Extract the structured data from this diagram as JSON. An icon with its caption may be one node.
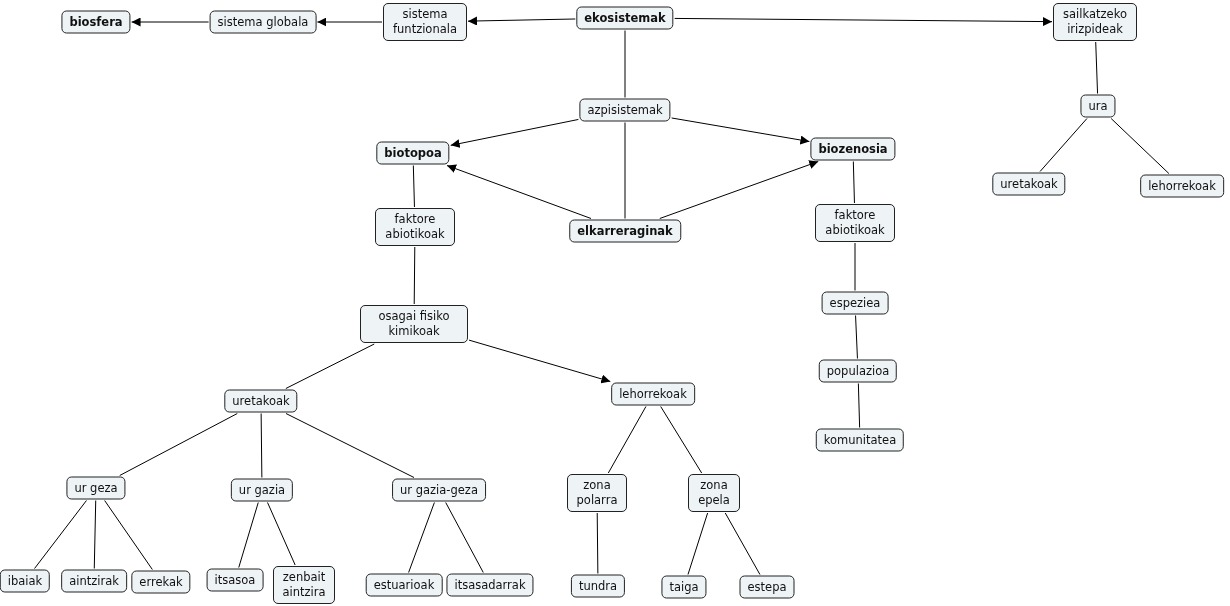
{
  "diagram": {
    "nodes": [
      {
        "text": [
          "biosfera"
        ]
      },
      {
        "text": [
          "sistema globala"
        ]
      },
      {
        "text": [
          "sistema funtzionala"
        ]
      },
      {
        "text": [
          "ekosistemak"
        ]
      },
      {
        "text": [
          "sailkatzeko irizpideak"
        ]
      },
      {
        "text": [
          "azpisistemak"
        ]
      },
      {
        "text": [
          "biotopoa"
        ]
      },
      {
        "text": [
          "biozenosia"
        ]
      },
      {
        "text": [
          "ura"
        ]
      },
      {
        "text": [
          "uretakoak"
        ]
      },
      {
        "text": [
          "lehorrekoak"
        ]
      },
      {
        "text": [
          "elkarreraginak"
        ]
      },
      {
        "text": [
          "faktore abiotikoak"
        ]
      },
      {
        "text": [
          "faktore abiotikoak"
        ]
      },
      {
        "text": [
          "espeziea"
        ]
      },
      {
        "text": [
          "osagai fisiko kimikoak"
        ]
      },
      {
        "text": [
          "populazioa"
        ]
      },
      {
        "text": [
          "uretakoak"
        ]
      },
      {
        "text": [
          "lehorrekoak"
        ]
      },
      {
        "text": [
          "komunitatea"
        ]
      },
      {
        "text": [
          "ur geza"
        ]
      },
      {
        "text": [
          "ur gazia"
        ]
      },
      {
        "text": [
          "ur gazia-geza"
        ]
      },
      {
        "text": [
          "zona polarra"
        ]
      },
      {
        "text": [
          "zona epela"
        ]
      },
      {
        "text": [
          "ibaiak"
        ]
      },
      {
        "text": [
          "aintzirak"
        ]
      },
      {
        "text": [
          "errekak"
        ]
      },
      {
        "text": [
          "itsasoa"
        ]
      },
      {
        "text": [
          "zenbait aintzira"
        ]
      },
      {
        "text": [
          "estuarioak"
        ]
      },
      {
        "text": [
          "itsasadarrak"
        ]
      },
      {
        "text": [
          "tundra"
        ]
      },
      {
        "text": [
          "taiga"
        ]
      },
      {
        "text": [
          "estepa"
        ]
      }
    ],
    "edges": [
      {
        "from": 3,
        "to": 2,
        "arrow": "to"
      },
      {
        "from": 2,
        "to": 1,
        "arrow": "to"
      },
      {
        "from": 1,
        "to": 0,
        "arrow": "to"
      },
      {
        "from": 3,
        "to": 4,
        "arrow": "to"
      },
      {
        "from": 3,
        "to": 5,
        "arrow": "none"
      },
      {
        "from": 5,
        "to": 6,
        "arrow": "to"
      },
      {
        "from": 5,
        "to": 7,
        "arrow": "to"
      },
      {
        "from": 5,
        "to": 11,
        "arrow": "none"
      },
      {
        "from": 11,
        "to": 6,
        "arrow": "to"
      },
      {
        "from": 11,
        "to": 7,
        "arrow": "to"
      },
      {
        "from": 4,
        "to": 8,
        "arrow": "none"
      },
      {
        "from": 8,
        "to": 9,
        "arrow": "none"
      },
      {
        "from": 8,
        "to": 10,
        "arrow": "none"
      },
      {
        "from": 6,
        "to": 12,
        "arrow": "none"
      },
      {
        "from": 12,
        "to": 15,
        "arrow": "none"
      },
      {
        "from": 15,
        "to": 17,
        "arrow": "none"
      },
      {
        "from": 15,
        "to": 18,
        "arrow": "to"
      },
      {
        "from": 7,
        "to": 13,
        "arrow": "none"
      },
      {
        "from": 13,
        "to": 14,
        "arrow": "none"
      },
      {
        "from": 14,
        "to": 16,
        "arrow": "none"
      },
      {
        "from": 16,
        "to": 19,
        "arrow": "none"
      },
      {
        "from": 17,
        "to": 20,
        "arrow": "none"
      },
      {
        "from": 17,
        "to": 21,
        "arrow": "none"
      },
      {
        "from": 17,
        "to": 22,
        "arrow": "none"
      },
      {
        "from": 20,
        "to": 25,
        "arrow": "none"
      },
      {
        "from": 20,
        "to": 26,
        "arrow": "none"
      },
      {
        "from": 20,
        "to": 27,
        "arrow": "none"
      },
      {
        "from": 21,
        "to": 28,
        "arrow": "none"
      },
      {
        "from": 21,
        "to": 29,
        "arrow": "none"
      },
      {
        "from": 22,
        "to": 30,
        "arrow": "none"
      },
      {
        "from": 22,
        "to": 31,
        "arrow": "none"
      },
      {
        "from": 18,
        "to": 23,
        "arrow": "none"
      },
      {
        "from": 18,
        "to": 24,
        "arrow": "none"
      },
      {
        "from": 23,
        "to": 32,
        "arrow": "none"
      },
      {
        "from": 24,
        "to": 33,
        "arrow": "none"
      },
      {
        "from": 24,
        "to": 34,
        "arrow": "none"
      }
    ]
  }
}
